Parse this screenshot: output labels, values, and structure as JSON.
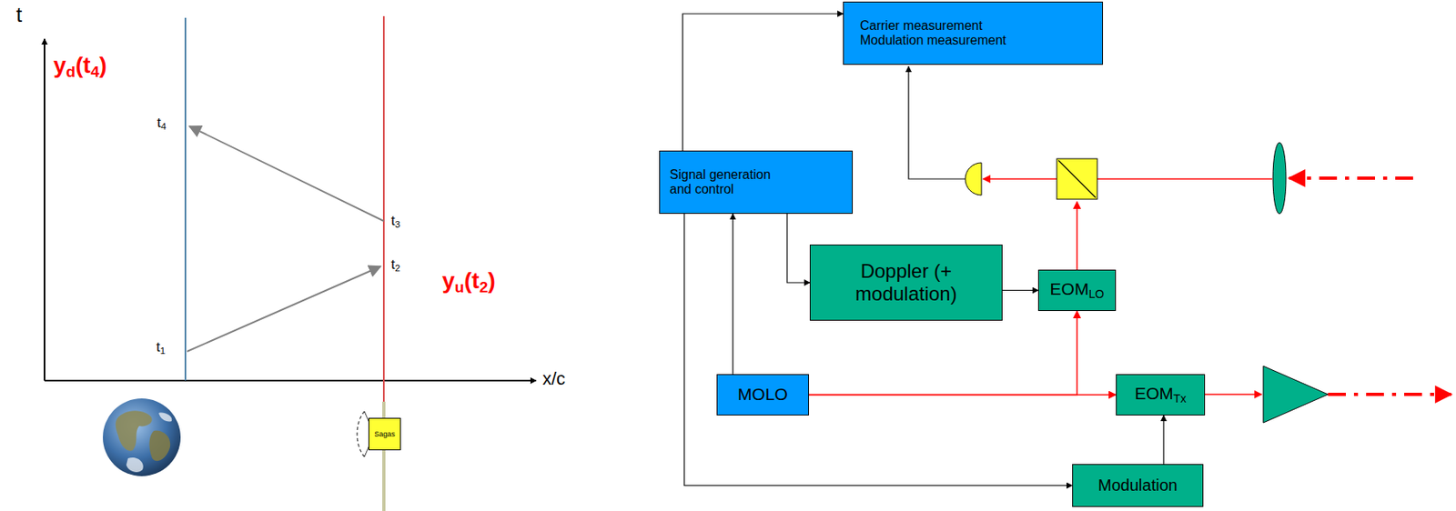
{
  "diagram": {
    "nodes": [
      {
        "text": [
          "Carrier measurement",
          "Modulation measurement"
        ]
      },
      {
        "text": [
          "Signal generation and control"
        ]
      },
      {
        "text": [
          "Doppler (+ modulation)"
        ]
      },
      {
        "text": [
          "EOM",
          "LO"
        ]
      },
      {
        "text": [
          "MOLO"
        ]
      },
      {
        "text": [
          "EOM",
          "Tx"
        ]
      },
      {
        "text": [
          "Modulation"
        ]
      },
      {
        "text": [
          "Sagas"
        ]
      }
    ],
    "edges": [
      {
        "from": 1,
        "to": 0,
        "arrow": "to"
      },
      {
        "from": 4,
        "to": 1,
        "arrow": "to"
      },
      {
        "from": 1,
        "to": 2,
        "arrow": "to"
      },
      {
        "from": 2,
        "to": 3,
        "arrow": "to"
      },
      {
        "from": 1,
        "to": 6,
        "arrow": "to"
      },
      {
        "from": 6,
        "to": 5,
        "arrow": "to"
      },
      {
        "from": 4,
        "to": 5,
        "arrow": "to"
      },
      {
        "from": 4,
        "to": 3,
        "arrow": "to"
      }
    ],
    "labels": [
      "t",
      "x/c",
      "y",
      "d",
      "(t",
      "4",
      ")",
      "t",
      "4",
      "t",
      "3",
      "t",
      "2",
      "t",
      "1",
      "y",
      "u",
      "(t",
      "2",
      ")"
    ]
  }
}
